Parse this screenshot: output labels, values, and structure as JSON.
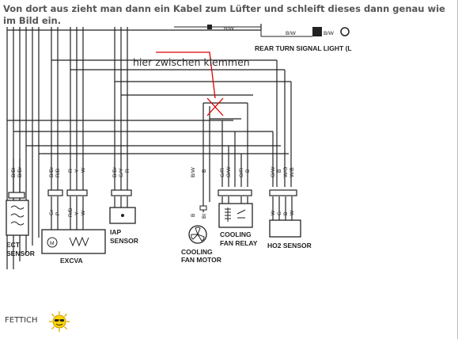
{
  "post": {
    "text": "Von dort aus zieht man dann ein Kabel zum Lüfter und schleift dieses dann genau wie im Bild ein.",
    "signature": "FETTICH",
    "smiley_icon": "cool-smiley-icon"
  },
  "diagram": {
    "annotation": "hier zwischen klemmen",
    "annotation_color": "#e00000",
    "top_wire_labels": [
      "B/W",
      "B/W",
      "B/W"
    ],
    "rear_turn_signal_label": "REAR TURN SIGNAL LIGHT (L",
    "components": {
      "ect": [
        "ECT",
        "SENSOR"
      ],
      "excva": "EXCVA",
      "iap": [
        "IAP",
        "SENSOR"
      ],
      "fan_motor": [
        "COOLING",
        "FAN MOTOR"
      ],
      "fan_relay": [
        "COOLING",
        "FAN RELAY"
      ],
      "ho2": "HO2 SENSOR"
    },
    "wire_labels": {
      "ect": [
        "B/Bl",
        "B/Br"
      ],
      "excva_top": [
        "B/Br",
        "R/B",
        "R",
        "Y",
        "W"
      ],
      "excva_bottom": [
        "Gr",
        "P",
        "R/B",
        "Y",
        "W"
      ],
      "iap": [
        "B/Br",
        "G/Y",
        "R"
      ],
      "fan_motor_top": [
        "B/W",
        "B"
      ],
      "fan_motor_bottom": [
        "B",
        "Bl"
      ],
      "fan_relay": [
        "G/R",
        "O/W",
        "O/R",
        "B"
      ],
      "ho2_top": [
        "O/W",
        "B",
        "W/G",
        "W/B"
      ],
      "ho2_bottom": [
        "W",
        "G",
        "B",
        "W"
      ]
    }
  }
}
